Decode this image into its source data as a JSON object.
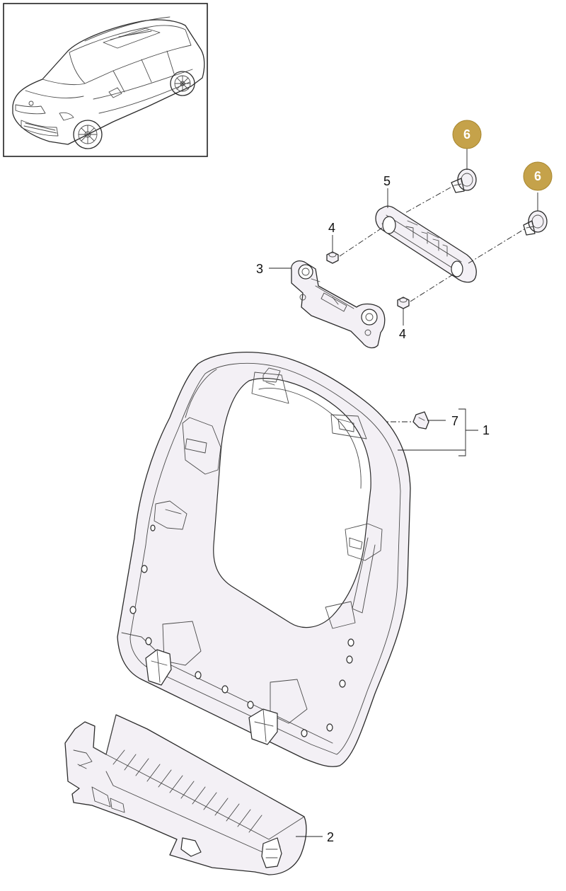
{
  "badge_color": "#c5a24a",
  "callouts": {
    "c1": "1",
    "c2": "2",
    "c3": "3",
    "c4a": "4",
    "c4b": "4",
    "c5": "5",
    "c6a": "6",
    "c6b": "6",
    "c7": "7"
  }
}
